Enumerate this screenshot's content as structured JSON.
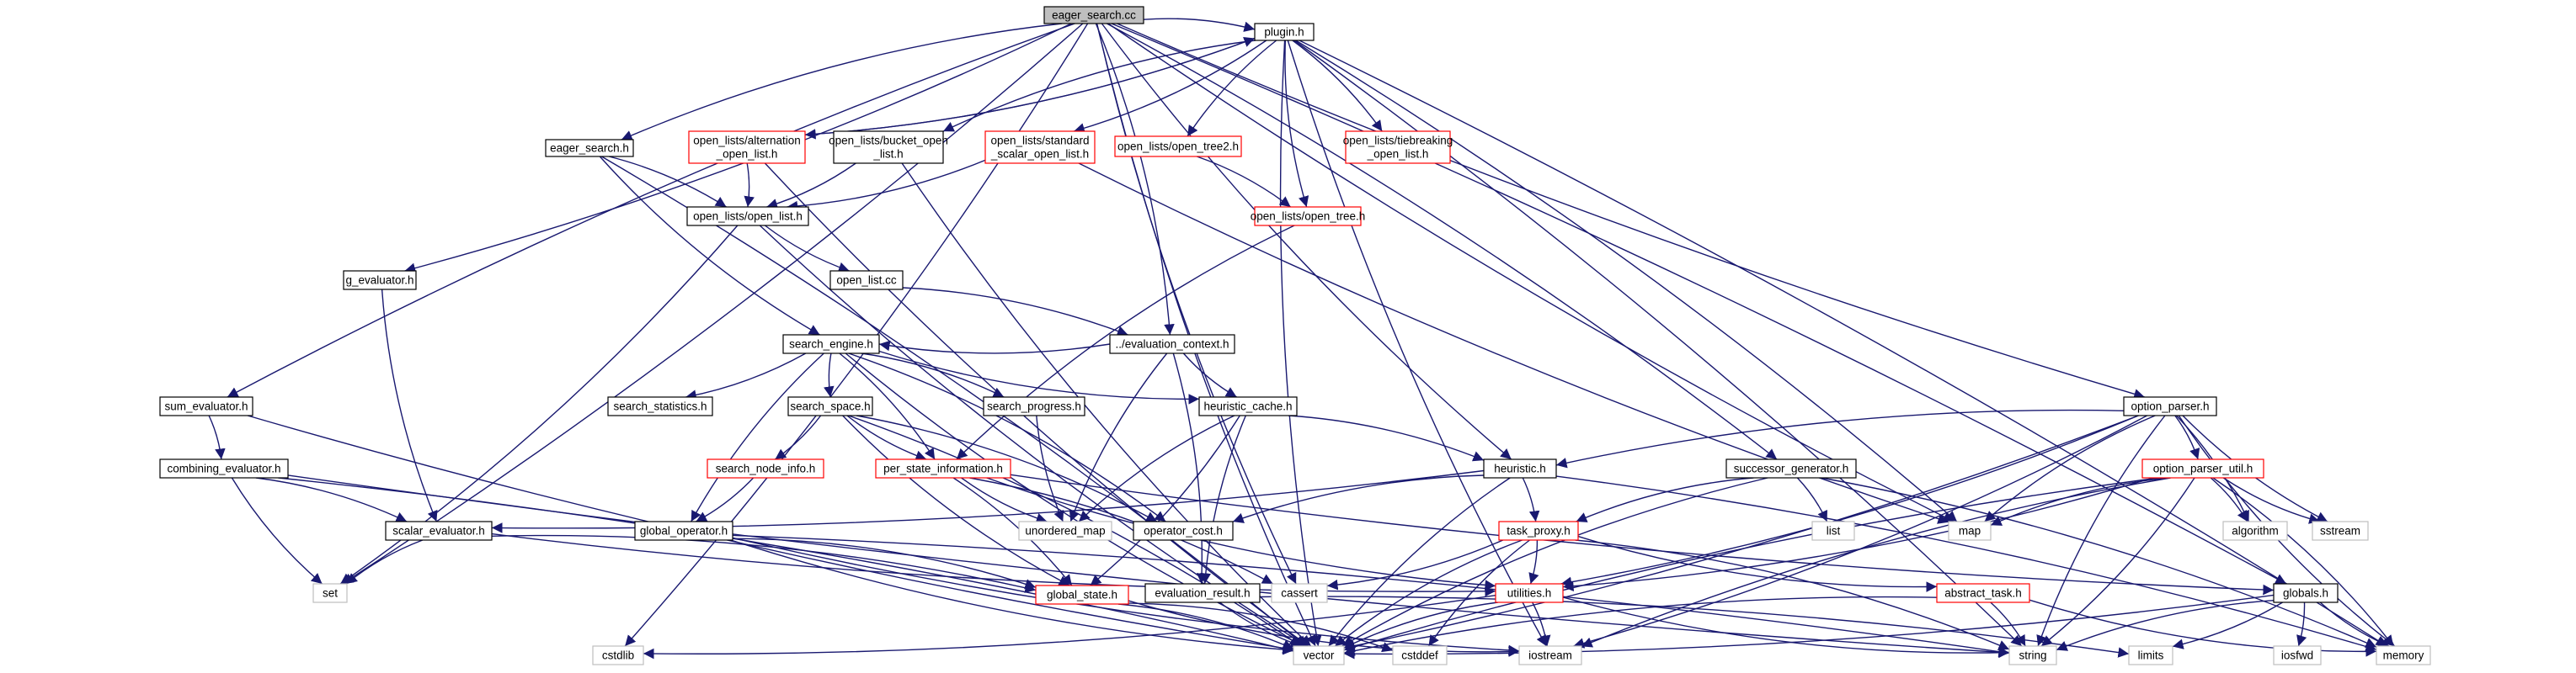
{
  "colors": {
    "edge": "#191970",
    "border_default": "#000000",
    "border_incomplete": "#ff0000",
    "border_system": "#bfbfbf",
    "root_fill": "#bfbfbf",
    "fill": "#ffffff"
  },
  "nodes": [
    {
      "id": "eager_search_cc",
      "lines": [
        "eager_search.cc"
      ],
      "style": "root"
    },
    {
      "id": "plugin_h",
      "lines": [
        "plugin.h"
      ],
      "style": "default"
    },
    {
      "id": "eager_search_h",
      "lines": [
        "eager_search.h"
      ],
      "style": "default"
    },
    {
      "id": "ol_alternation",
      "lines": [
        "open_lists/alternation",
        "_open_list.h"
      ],
      "style": "incomplete"
    },
    {
      "id": "ol_bucket",
      "lines": [
        "open_lists/bucket_open",
        "_list.h"
      ],
      "style": "default"
    },
    {
      "id": "ol_standard",
      "lines": [
        "open_lists/standard",
        "_scalar_open_list.h"
      ],
      "style": "incomplete"
    },
    {
      "id": "ol_tree2",
      "lines": [
        "open_lists/open_tree2.h"
      ],
      "style": "incomplete"
    },
    {
      "id": "ol_tiebreaking",
      "lines": [
        "open_lists/tiebreaking",
        "_open_list.h"
      ],
      "style": "incomplete"
    },
    {
      "id": "ol_open_list",
      "lines": [
        "open_lists/open_list.h"
      ],
      "style": "default"
    },
    {
      "id": "ol_tree",
      "lines": [
        "open_lists/open_tree.h"
      ],
      "style": "incomplete"
    },
    {
      "id": "g_evaluator",
      "lines": [
        "g_evaluator.h"
      ],
      "style": "default"
    },
    {
      "id": "open_list_cc",
      "lines": [
        "open_list.cc"
      ],
      "style": "default"
    },
    {
      "id": "search_engine",
      "lines": [
        "search_engine.h"
      ],
      "style": "default"
    },
    {
      "id": "evaluation_context",
      "lines": [
        "../evaluation_context.h"
      ],
      "style": "default"
    },
    {
      "id": "sum_evaluator",
      "lines": [
        "sum_evaluator.h"
      ],
      "style": "default"
    },
    {
      "id": "search_statistics",
      "lines": [
        "search_statistics.h"
      ],
      "style": "default"
    },
    {
      "id": "search_space",
      "lines": [
        "search_space.h"
      ],
      "style": "default"
    },
    {
      "id": "search_progress",
      "lines": [
        "search_progress.h"
      ],
      "style": "default"
    },
    {
      "id": "heuristic_cache",
      "lines": [
        "heuristic_cache.h"
      ],
      "style": "default"
    },
    {
      "id": "option_parser",
      "lines": [
        "option_parser.h"
      ],
      "style": "default"
    },
    {
      "id": "combining_evaluator",
      "lines": [
        "combining_evaluator.h"
      ],
      "style": "default"
    },
    {
      "id": "search_node_info",
      "lines": [
        "search_node_info.h"
      ],
      "style": "incomplete"
    },
    {
      "id": "per_state_information",
      "lines": [
        "per_state_information.h"
      ],
      "style": "incomplete"
    },
    {
      "id": "heuristic",
      "lines": [
        "heuristic.h"
      ],
      "style": "default"
    },
    {
      "id": "successor_generator",
      "lines": [
        "successor_generator.h"
      ],
      "style": "default"
    },
    {
      "id": "option_parser_util",
      "lines": [
        "option_parser_util.h"
      ],
      "style": "incomplete"
    },
    {
      "id": "scalar_evaluator",
      "lines": [
        "scalar_evaluator.h"
      ],
      "style": "default"
    },
    {
      "id": "global_operator",
      "lines": [
        "global_operator.h"
      ],
      "style": "default"
    },
    {
      "id": "unordered_map",
      "lines": [
        "unordered_map"
      ],
      "style": "system"
    },
    {
      "id": "operator_cost",
      "lines": [
        "operator_cost.h"
      ],
      "style": "default"
    },
    {
      "id": "task_proxy",
      "lines": [
        "task_proxy.h"
      ],
      "style": "incomplete"
    },
    {
      "id": "list",
      "lines": [
        "list"
      ],
      "style": "system"
    },
    {
      "id": "map",
      "lines": [
        "map"
      ],
      "style": "system"
    },
    {
      "id": "algorithm",
      "lines": [
        "algorithm"
      ],
      "style": "system"
    },
    {
      "id": "sstream",
      "lines": [
        "sstream"
      ],
      "style": "system"
    },
    {
      "id": "set",
      "lines": [
        "set"
      ],
      "style": "system"
    },
    {
      "id": "cassert",
      "lines": [
        "cassert"
      ],
      "style": "system"
    },
    {
      "id": "utilities",
      "lines": [
        "utilities.h"
      ],
      "style": "incomplete"
    },
    {
      "id": "global_state",
      "lines": [
        "global_state.h"
      ],
      "style": "incomplete"
    },
    {
      "id": "evaluation_result",
      "lines": [
        "evaluation_result.h"
      ],
      "style": "default"
    },
    {
      "id": "abstract_task",
      "lines": [
        "abstract_task.h"
      ],
      "style": "incomplete"
    },
    {
      "id": "globals",
      "lines": [
        "globals.h"
      ],
      "style": "default"
    },
    {
      "id": "cstdlib",
      "lines": [
        "cstdlib"
      ],
      "style": "system"
    },
    {
      "id": "vector",
      "lines": [
        "vector"
      ],
      "style": "system"
    },
    {
      "id": "cstddef",
      "lines": [
        "cstddef"
      ],
      "style": "system"
    },
    {
      "id": "iostream",
      "lines": [
        "iostream"
      ],
      "style": "system"
    },
    {
      "id": "string",
      "lines": [
        "string"
      ],
      "style": "system"
    },
    {
      "id": "limits",
      "lines": [
        "limits"
      ],
      "style": "system"
    },
    {
      "id": "iosfwd",
      "lines": [
        "iosfwd"
      ],
      "style": "system"
    },
    {
      "id": "memory",
      "lines": [
        "memory"
      ],
      "style": "system"
    }
  ],
  "edges": [
    [
      "eager_search_cc",
      "plugin_h"
    ],
    [
      "eager_search_cc",
      "eager_search_h"
    ],
    [
      "eager_search_cc",
      "g_evaluator"
    ],
    [
      "eager_search_cc",
      "sum_evaluator"
    ],
    [
      "eager_search_cc",
      "evaluation_context"
    ],
    [
      "eager_search_cc",
      "heuristic"
    ],
    [
      "eager_search_cc",
      "successor_generator"
    ],
    [
      "eager_search_cc",
      "option_parser"
    ],
    [
      "eager_search_cc",
      "globals"
    ],
    [
      "eager_search_cc",
      "map"
    ],
    [
      "eager_search_cc",
      "set"
    ],
    [
      "eager_search_cc",
      "cassert"
    ],
    [
      "eager_search_cc",
      "cstdlib"
    ],
    [
      "eager_search_cc",
      "vector"
    ],
    [
      "plugin_h",
      "ol_alternation"
    ],
    [
      "plugin_h",
      "ol_bucket"
    ],
    [
      "plugin_h",
      "ol_standard"
    ],
    [
      "plugin_h",
      "ol_tree2"
    ],
    [
      "plugin_h",
      "ol_tiebreaking"
    ],
    [
      "plugin_h",
      "ol_tree"
    ],
    [
      "plugin_h",
      "map"
    ],
    [
      "plugin_h",
      "vector"
    ],
    [
      "plugin_h",
      "string"
    ],
    [
      "plugin_h",
      "iostream"
    ],
    [
      "plugin_h",
      "memory"
    ],
    [
      "ol_alternation",
      "plugin_h"
    ],
    [
      "ol_alternation",
      "ol_open_list"
    ],
    [
      "ol_alternation",
      "vector"
    ],
    [
      "ol_bucket",
      "ol_open_list"
    ],
    [
      "ol_bucket",
      "vector"
    ],
    [
      "ol_standard",
      "ol_open_list"
    ],
    [
      "ol_standard",
      "map"
    ],
    [
      "ol_tree2",
      "ol_tree"
    ],
    [
      "ol_tree",
      "per_state_information"
    ],
    [
      "eager_search_h",
      "ol_open_list"
    ],
    [
      "eager_search_h",
      "search_engine"
    ],
    [
      "eager_search_h",
      "vector"
    ],
    [
      "ol_open_list",
      "open_list_cc"
    ],
    [
      "ol_open_list",
      "set"
    ],
    [
      "ol_open_list",
      "vector"
    ],
    [
      "open_list_cc",
      "evaluation_context"
    ],
    [
      "g_evaluator",
      "scalar_evaluator"
    ],
    [
      "sum_evaluator",
      "combining_evaluator"
    ],
    [
      "sum_evaluator",
      "vector"
    ],
    [
      "combining_evaluator",
      "scalar_evaluator"
    ],
    [
      "combining_evaluator",
      "set"
    ],
    [
      "combining_evaluator",
      "vector"
    ],
    [
      "combining_evaluator",
      "string"
    ],
    [
      "search_engine",
      "search_statistics"
    ],
    [
      "search_engine",
      "search_space"
    ],
    [
      "search_engine",
      "search_progress"
    ],
    [
      "search_engine",
      "heuristic_cache"
    ],
    [
      "search_engine",
      "per_state_information"
    ],
    [
      "search_engine",
      "global_operator"
    ],
    [
      "search_engine",
      "operator_cost"
    ],
    [
      "search_engine",
      "vector"
    ],
    [
      "evaluation_context",
      "search_engine"
    ],
    [
      "evaluation_context",
      "heuristic_cache"
    ],
    [
      "evaluation_context",
      "evaluation_result"
    ],
    [
      "evaluation_context",
      "unordered_map"
    ],
    [
      "search_space",
      "search_node_info"
    ],
    [
      "search_space",
      "per_state_information"
    ],
    [
      "search_space",
      "operator_cost"
    ],
    [
      "search_space",
      "global_state"
    ],
    [
      "search_space",
      "vector"
    ],
    [
      "search_progress",
      "unordered_map"
    ],
    [
      "heuristic_cache",
      "heuristic"
    ],
    [
      "heuristic_cache",
      "unordered_map"
    ],
    [
      "heuristic_cache",
      "global_state"
    ],
    [
      "heuristic_cache",
      "evaluation_result"
    ],
    [
      "search_node_info",
      "global_operator"
    ],
    [
      "per_state_information",
      "unordered_map"
    ],
    [
      "per_state_information",
      "global_state"
    ],
    [
      "per_state_information",
      "utilities"
    ],
    [
      "per_state_information",
      "cassert"
    ],
    [
      "per_state_information",
      "globals"
    ],
    [
      "heuristic",
      "scalar_evaluator"
    ],
    [
      "heuristic",
      "operator_cost"
    ],
    [
      "heuristic",
      "task_proxy"
    ],
    [
      "heuristic",
      "vector"
    ],
    [
      "heuristic",
      "memory"
    ],
    [
      "option_parser",
      "heuristic"
    ],
    [
      "option_parser",
      "option_parser_util"
    ],
    [
      "option_parser",
      "map"
    ],
    [
      "option_parser",
      "algorithm"
    ],
    [
      "option_parser",
      "sstream"
    ],
    [
      "option_parser",
      "vector"
    ],
    [
      "option_parser",
      "string"
    ],
    [
      "option_parser",
      "iostream"
    ],
    [
      "option_parser",
      "memory"
    ],
    [
      "option_parser",
      "utilities"
    ],
    [
      "option_parser_util",
      "map"
    ],
    [
      "option_parser_util",
      "algorithm"
    ],
    [
      "option_parser_util",
      "sstream"
    ],
    [
      "option_parser_util",
      "utilities"
    ],
    [
      "option_parser_util",
      "vector"
    ],
    [
      "option_parser_util",
      "string"
    ],
    [
      "option_parser_util",
      "iostream"
    ],
    [
      "option_parser_util",
      "memory"
    ],
    [
      "successor_generator",
      "task_proxy"
    ],
    [
      "successor_generator",
      "list"
    ],
    [
      "successor_generator",
      "vector"
    ],
    [
      "successor_generator",
      "memory"
    ],
    [
      "scalar_evaluator",
      "set"
    ],
    [
      "scalar_evaluator",
      "global_state"
    ],
    [
      "scalar_evaluator",
      "utilities"
    ],
    [
      "global_operator",
      "global_state"
    ],
    [
      "global_operator",
      "vector"
    ],
    [
      "global_operator",
      "string"
    ],
    [
      "global_operator",
      "iostream"
    ],
    [
      "task_proxy",
      "utilities"
    ],
    [
      "task_proxy",
      "abstract_task"
    ],
    [
      "task_proxy",
      "cassert"
    ],
    [
      "task_proxy",
      "vector"
    ],
    [
      "task_proxy",
      "string"
    ],
    [
      "task_proxy",
      "cstddef"
    ],
    [
      "utilities",
      "cstdlib"
    ],
    [
      "utilities",
      "vector"
    ],
    [
      "utilities",
      "iostream"
    ],
    [
      "utilities",
      "string"
    ],
    [
      "global_state",
      "vector"
    ],
    [
      "global_state",
      "iostream"
    ],
    [
      "global_state",
      "cstddef"
    ],
    [
      "evaluation_result",
      "vector"
    ],
    [
      "evaluation_result",
      "limits"
    ],
    [
      "abstract_task",
      "vector"
    ],
    [
      "abstract_task",
      "string"
    ],
    [
      "abstract_task",
      "memory"
    ],
    [
      "globals",
      "vector"
    ],
    [
      "globals",
      "string"
    ],
    [
      "globals",
      "iosfwd"
    ],
    [
      "globals",
      "memory"
    ],
    [
      "globals",
      "limits"
    ]
  ]
}
